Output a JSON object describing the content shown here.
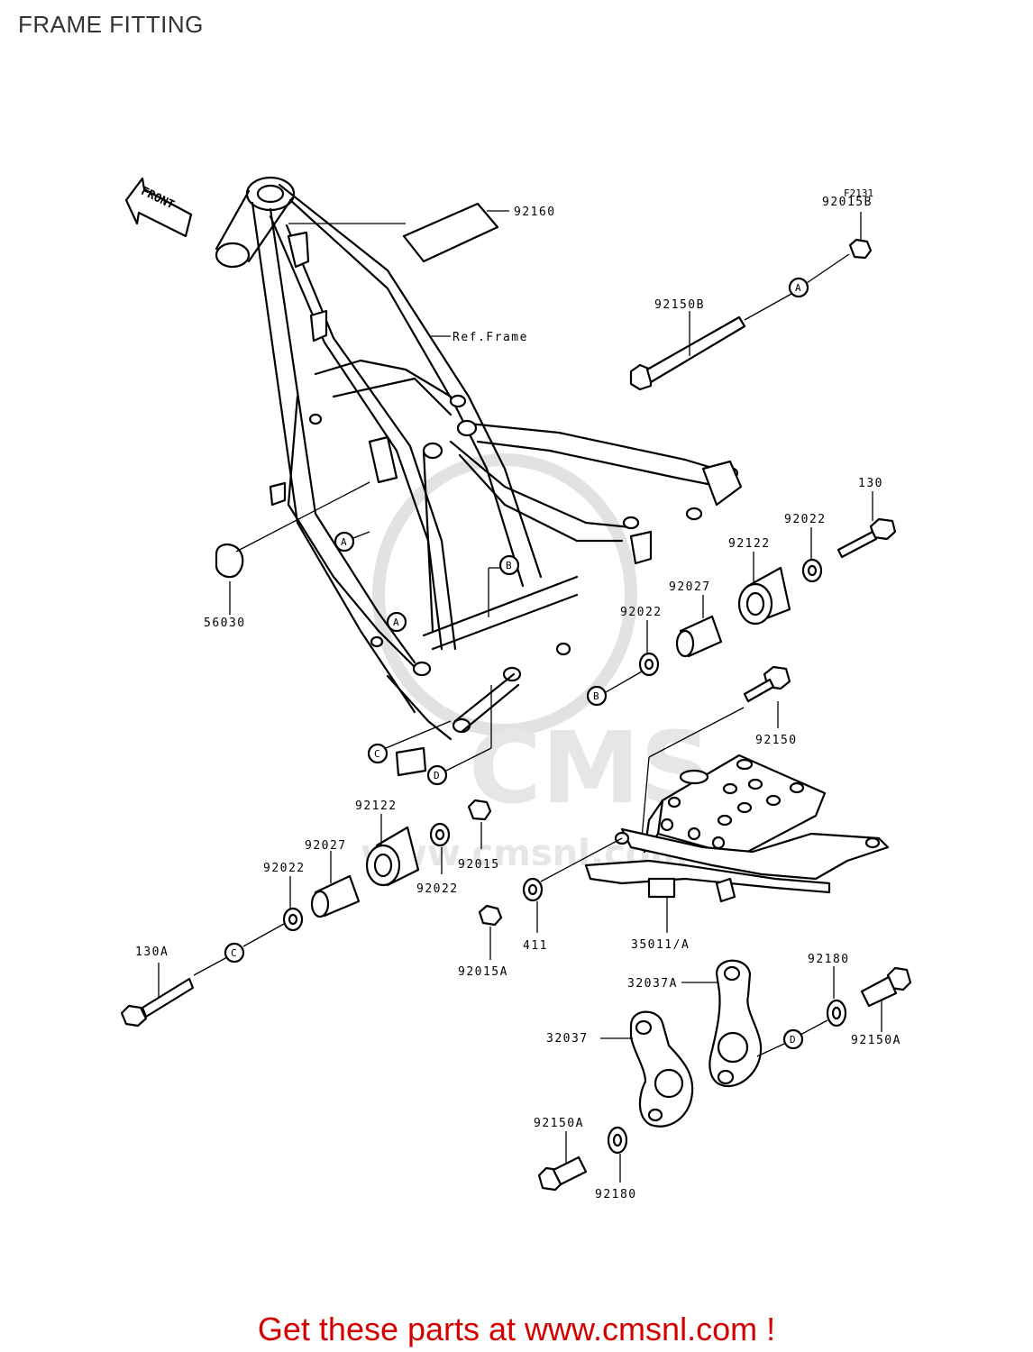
{
  "title": "FRAME FITTING",
  "figure_code": "F2131",
  "front_arrow_text": "FRONT",
  "ref_frame_label": "Ref.Frame",
  "watermark": {
    "logo_text": "CMS",
    "url_text": "www.cmsnl.com"
  },
  "callouts": {
    "a1": "A",
    "a2": "A",
    "a3": "A",
    "b1": "B",
    "b2": "B",
    "c1": "C",
    "c2": "C",
    "d1": "D",
    "d2": "D"
  },
  "parts": {
    "p92160": "92160",
    "p92015B": "92015B",
    "p92150B": "92150B",
    "p130": "130",
    "p92022_r": "92022",
    "p92122_r": "92122",
    "p92027_r": "92027",
    "p92022_m": "92022",
    "p56030": "56030",
    "p92150": "92150",
    "p92122_l": "92122",
    "p92027_l": "92027",
    "p92022_l": "92022",
    "p92022_c": "92022",
    "p92015": "92015",
    "p411": "411",
    "p92015A": "92015A",
    "p35011A": "35011/A",
    "p130A": "130A",
    "p92180_t": "92180",
    "p32037A": "32037A",
    "p32037": "32037",
    "p92150A_r": "92150A",
    "p92150A_b": "92150A",
    "p92180_b": "92180"
  },
  "footer": "Get these parts at www.cmsnl.com !"
}
